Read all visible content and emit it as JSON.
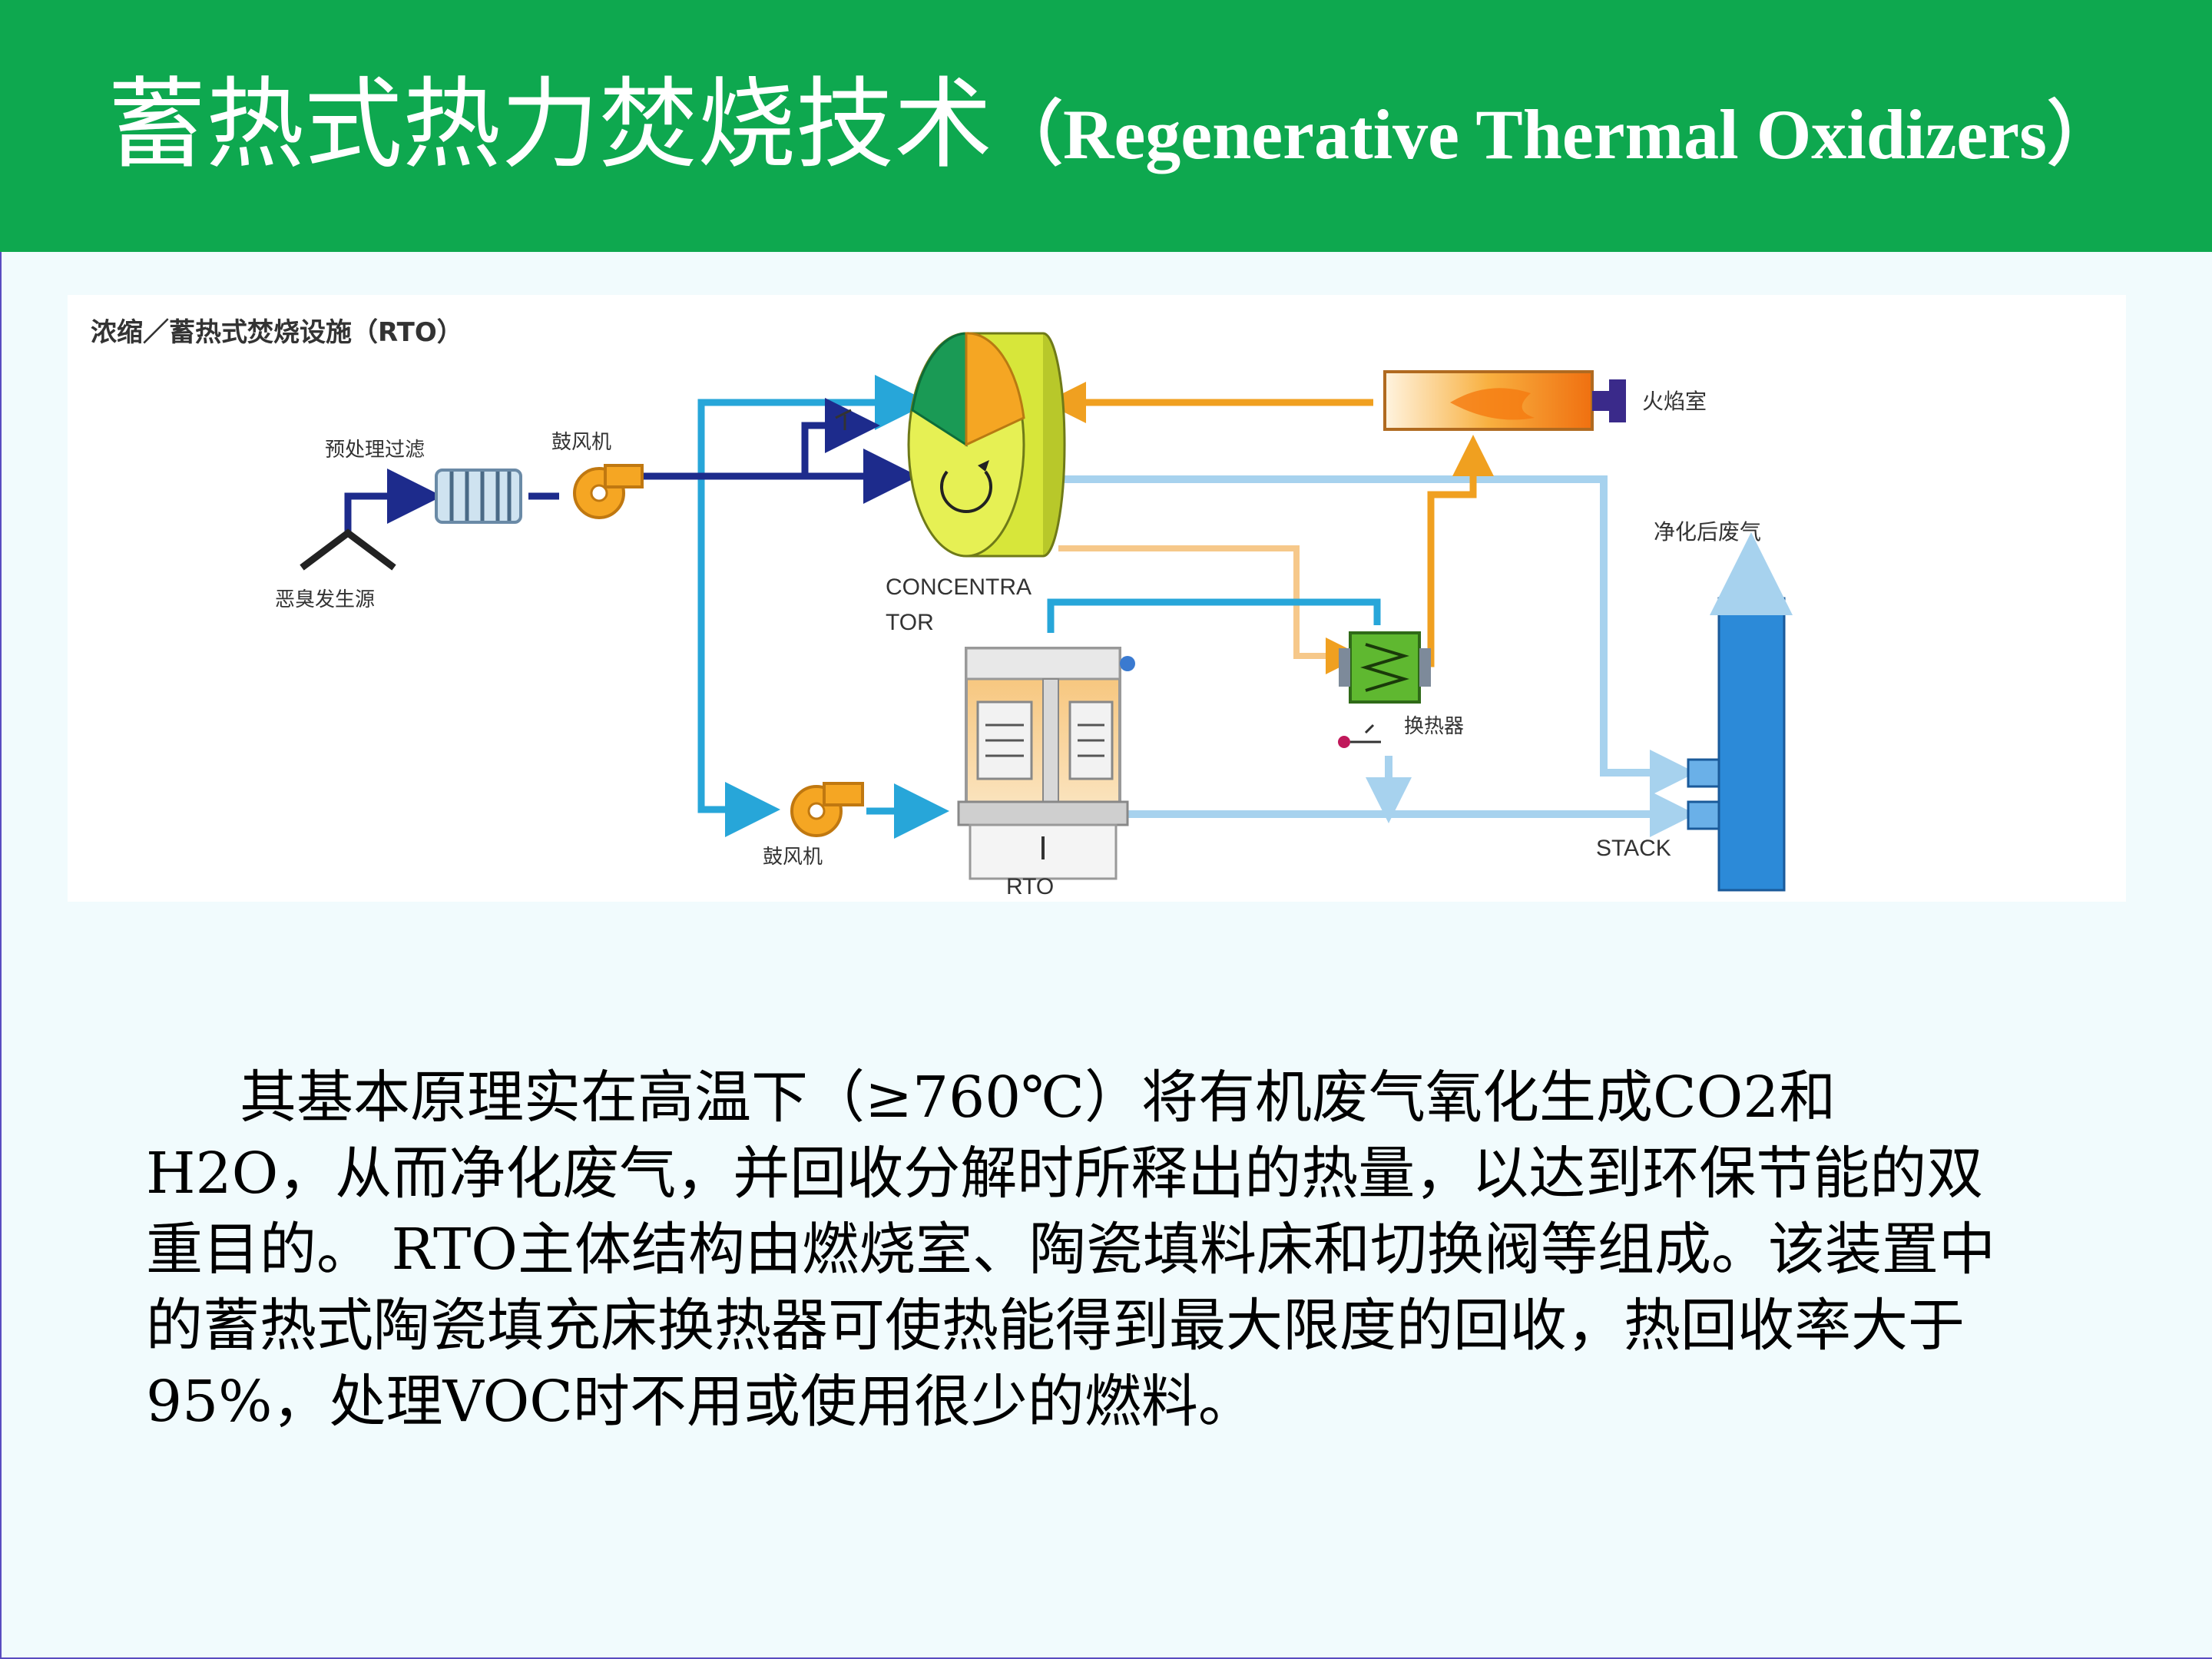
{
  "header": {
    "title_zh": "蓄热式热力焚烧技术",
    "title_en": "（Regenerative Thermal Oxidizers）",
    "background": "#0ea84f"
  },
  "diagram": {
    "caption": "浓缩／蓄热式焚烧设施（RTO）",
    "labels": {
      "pretreatment_filter": "预处理过滤",
      "blower_top": "鼓风机",
      "odor_source": "恶臭发生源",
      "concentrator_1": "CONCENTRA",
      "concentrator_2": "TOR",
      "flame_chamber": "火焰室",
      "purified_gas": "净化后废气",
      "heat_exchanger": "换热器",
      "blower_bottom": "鼓风机",
      "rto": "RTO",
      "stack": "STACK"
    },
    "colors": {
      "dark_flow": "#1d2b8c",
      "cyan_flow": "#27a6d9",
      "light_flow": "#a7d2ee",
      "hot_flow": "#f0a020",
      "pale_hot_flow": "#f6c88a",
      "concentrator_fill": "#d7e63a",
      "stack_fill": "#2c8ad8"
    }
  },
  "body": {
    "paragraph": "其基本原理实在高温下（≥760℃）将有机废气氧化生成CO2和H2O，从而净化废气，并回收分解时所释出的热量，以达到环保节能的双重目的。 RTO主体结构由燃烧室、陶瓷填料床和切换阀等组成。该装置中的蓄热式陶瓷填充床换热器可使热能得到最大限度的回收，热回收率大于95%，处理VOC时不用或使用很少的燃料。"
  }
}
